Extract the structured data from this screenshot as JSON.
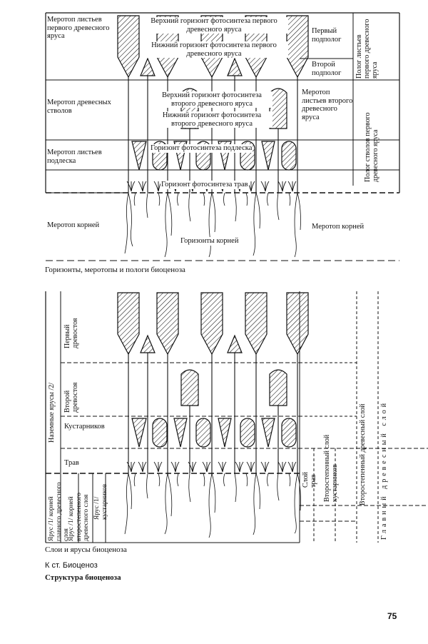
{
  "diagram1": {
    "left_labels": [
      "Меротоп листьев первого древесного яруса",
      "Меротоп древесных стволов",
      "Меротоп листьев подлеска",
      "Меротоп корней"
    ],
    "right_labels": {
      "first_subcanopy": "Первый подполог",
      "second_subcanopy": "Второй подполог",
      "trunks_meroTop": "Меротоп листьев второго древесного яруса",
      "roots": "Меротоп корней"
    },
    "right_vertical": {
      "canopy_leaves": "Полог листьев первого древесного яруса",
      "canopy_trunks": "Полог стволов первого древесного яруса"
    },
    "horizons": {
      "upper1": "Верхний горизонт фотосинтеза первого древесного яруса",
      "lower1": "Нижний горизонт фотосинтеза первого древесного яруса",
      "upper2": "Верхний горизонт фотосинтеза второго древесного яруса",
      "lower2": "Нижний горизонт фотосинтеза второго древесного яруса",
      "undergrowth": "Горизонт фотосинтеза подлеска",
      "grass": "Горизонт фотосинтеза трав",
      "roots": "Горизонты корней"
    },
    "caption": "Горизонты, меротопы и пологи биоценоза"
  },
  "diagram2": {
    "left_vertical": {
      "ground_tiers": "Наземные ярусы /2/",
      "root_tier_main": "Ярус /1/ корней главного древесного слоя",
      "root_tier_secondary": "Ярус /1/ корней второстепенного древесного слоя",
      "root_tier_shrub": "Ярус /1/ кустарников"
    },
    "tier_vertical": {
      "first_tree": "Первый древостоя",
      "second_tree": "Второй древостоя"
    },
    "tier_labels": {
      "shrubs": "Кустарников",
      "grass": "Трав"
    },
    "right_vertical": {
      "grass_layer": "Слой трав",
      "shrub_layer": "Второстепенный слой кустарников",
      "secondary_tree_layer": "Второстепенный древесный слой",
      "main_tree_layer": "Главный древесный слой"
    },
    "caption": "Слои и ярусы биоценоза"
  },
  "footer": {
    "reference": "К ст. Биоценоз",
    "title": "Структура биоценоза",
    "page_number": "75"
  }
}
